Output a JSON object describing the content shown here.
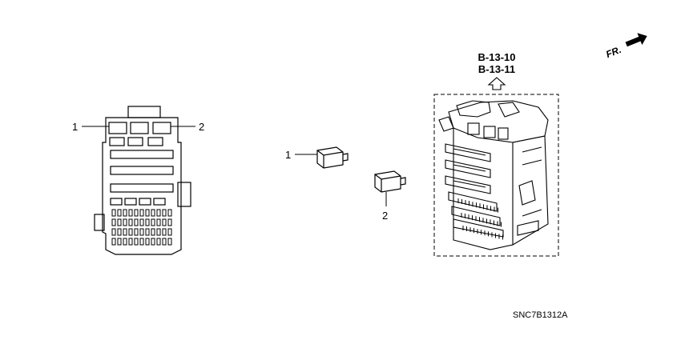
{
  "references": [
    "B-13-10",
    "B-13-11"
  ],
  "direction_label": "FR.",
  "callouts": {
    "fuse_box_left": "1",
    "fuse_box_right": "2",
    "relay_1": "1",
    "relay_2": "2"
  },
  "diagram_code": "SNC7B1312A",
  "icons": [
    "up-outline-arrow-icon",
    "front-direction-arrow-icon"
  ]
}
